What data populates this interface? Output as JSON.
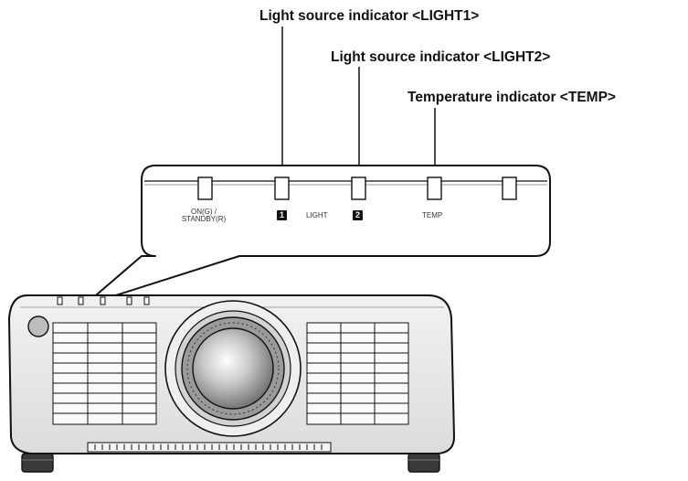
{
  "callouts": {
    "light1": "Light source indicator <LIGHT1>",
    "light2": "Light source indicator <LIGHT2>",
    "temp": "Temperature indicator <TEMP>"
  },
  "panel": {
    "on_standby_line1": "ON(G) /",
    "on_standby_line2": "STANDBY(R)",
    "light_label": "LIGHT",
    "badge_1": "1",
    "badge_2": "2",
    "temp_label": "TEMP"
  },
  "colors": {
    "ink": "#111111",
    "body_fill": "#e9e9e9",
    "lens_center": "#ffffff"
  }
}
